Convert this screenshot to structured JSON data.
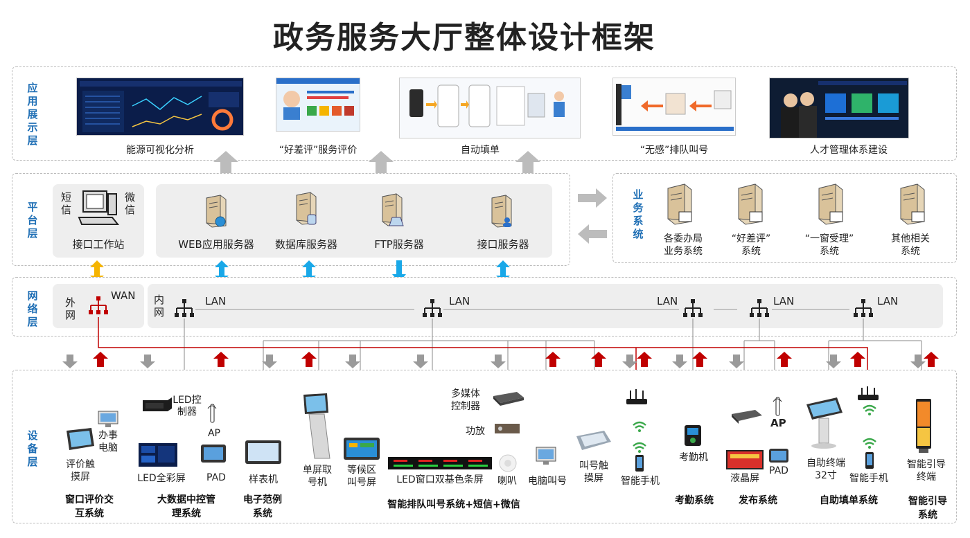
{
  "title": "政务服务大厅整体设计框架",
  "layers": {
    "app": "应用展示层",
    "platform": "平台层",
    "network": "网络层",
    "device": "设备层"
  },
  "app_items": [
    {
      "label": "能源可视化分析"
    },
    {
      "label": "“好差评”服务评价"
    },
    {
      "label": "自动填单"
    },
    {
      "label": "“无感”排队叫号"
    },
    {
      "label": "人才管理体系建设"
    }
  ],
  "platform": {
    "station_label": "接口工作站",
    "sms": "短信",
    "wechat": "微信",
    "servers": [
      "WEB应用服务器",
      "数据库服务器",
      "FTP服务器",
      "接口服务器"
    ]
  },
  "business": {
    "label": "业务系统",
    "systems": [
      {
        "line1": "各委办局",
        "line2": "业务系统"
      },
      {
        "line1": "“好差评”",
        "line2": "系统"
      },
      {
        "line1": "“一窗受理”",
        "line2": "系统"
      },
      {
        "line1": "其他相关",
        "line2": "系统"
      }
    ]
  },
  "network": {
    "outer": "外网",
    "inner": "内网",
    "wan": "WAN",
    "lan": "LAN"
  },
  "devices": {
    "eval_touch": "评价触摸屏",
    "office_pc": "办事电脑",
    "led_controller": "LED控制器",
    "ap": "AP",
    "led_full": "LED全彩屏",
    "pad": "PAD",
    "sample_machine": "样表机",
    "single_ticket": "单屏取号机",
    "waiting_screen": "等候区叫号屏",
    "multimedia": "多媒体控制器",
    "amplifier": "功放",
    "led_dual": "LED窗口双基色条屏",
    "speaker": "喇叭",
    "pc_call": "电脑叫号",
    "call_touch": "叫号触摸屏",
    "smartphone": "智能手机",
    "attendance_machine": "考勤机",
    "lcd": "液晶屏",
    "self_terminal": "自助终端32寸",
    "guide_terminal": "智能引导终端"
  },
  "systems": [
    "窗口评价交互系统",
    "大数据中控管理系统",
    "电子范例系统",
    "智能排队叫号系统+短信+微信",
    "考勤系统",
    "发布系统",
    "自助填单系统",
    "智能引导系统"
  ],
  "colors": {
    "layer_label": "#1f6fb5",
    "orange_arrow": "#f5b400",
    "blue_arrow": "#19a8e8",
    "red_line": "#c00000",
    "grey_arrow": "#9a9a9a"
  }
}
